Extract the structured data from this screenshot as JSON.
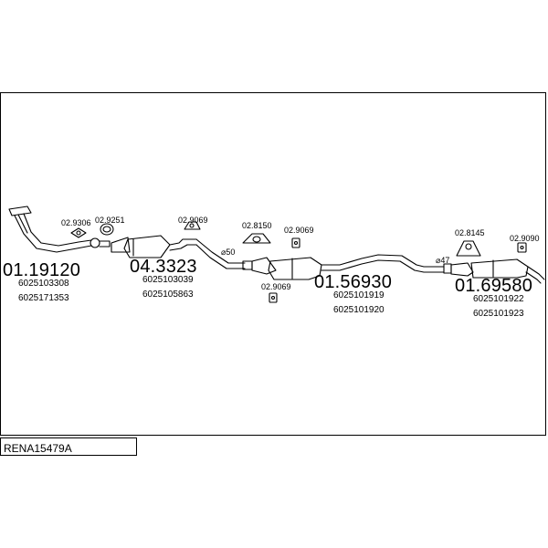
{
  "diagram_code": "RENA15479A",
  "parts": [
    {
      "code": "01.19120",
      "numbers": [
        "6025103308",
        "6025171353"
      ]
    },
    {
      "code": "04.3323",
      "numbers": [
        "6025103039",
        "6025105863"
      ]
    },
    {
      "code": "01.56930",
      "numbers": [
        "6025101919",
        "6025101920"
      ]
    },
    {
      "code": "01.69580",
      "numbers": [
        "6025101922",
        "6025101923"
      ]
    }
  ],
  "accessories": [
    "02.9306",
    "02.9251",
    "02.9069",
    "02.8150",
    "02.9069",
    "02.9069",
    "02.8145",
    "02.9090"
  ],
  "diameters": [
    "⌀50",
    "⌀47"
  ],
  "line_color": "#000000"
}
